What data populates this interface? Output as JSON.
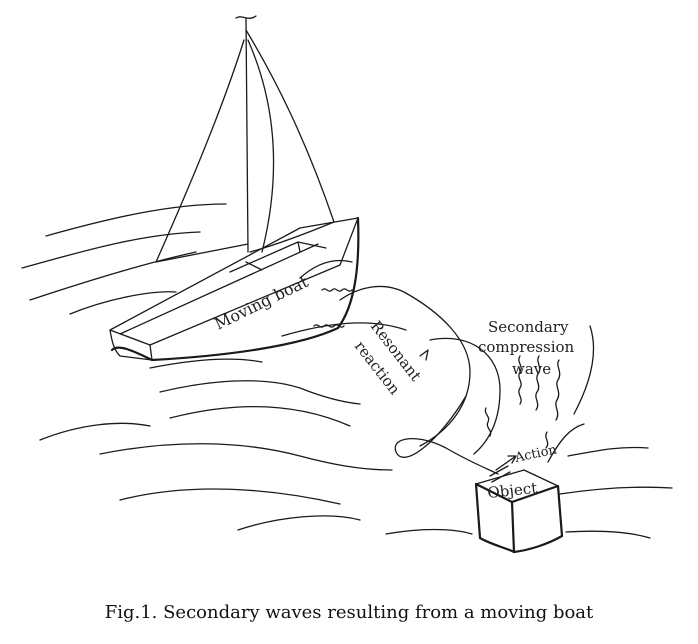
{
  "diagram": {
    "labels": {
      "boat": "Moving boat",
      "resonant": "Resonant",
      "reaction": "reaction",
      "secondary_1": "Secondary",
      "secondary_2": "compression",
      "secondary_3": "wave",
      "action": "Action",
      "object": "Object"
    }
  },
  "caption": "Fig.1.  Secondary waves resulting from a moving boat"
}
